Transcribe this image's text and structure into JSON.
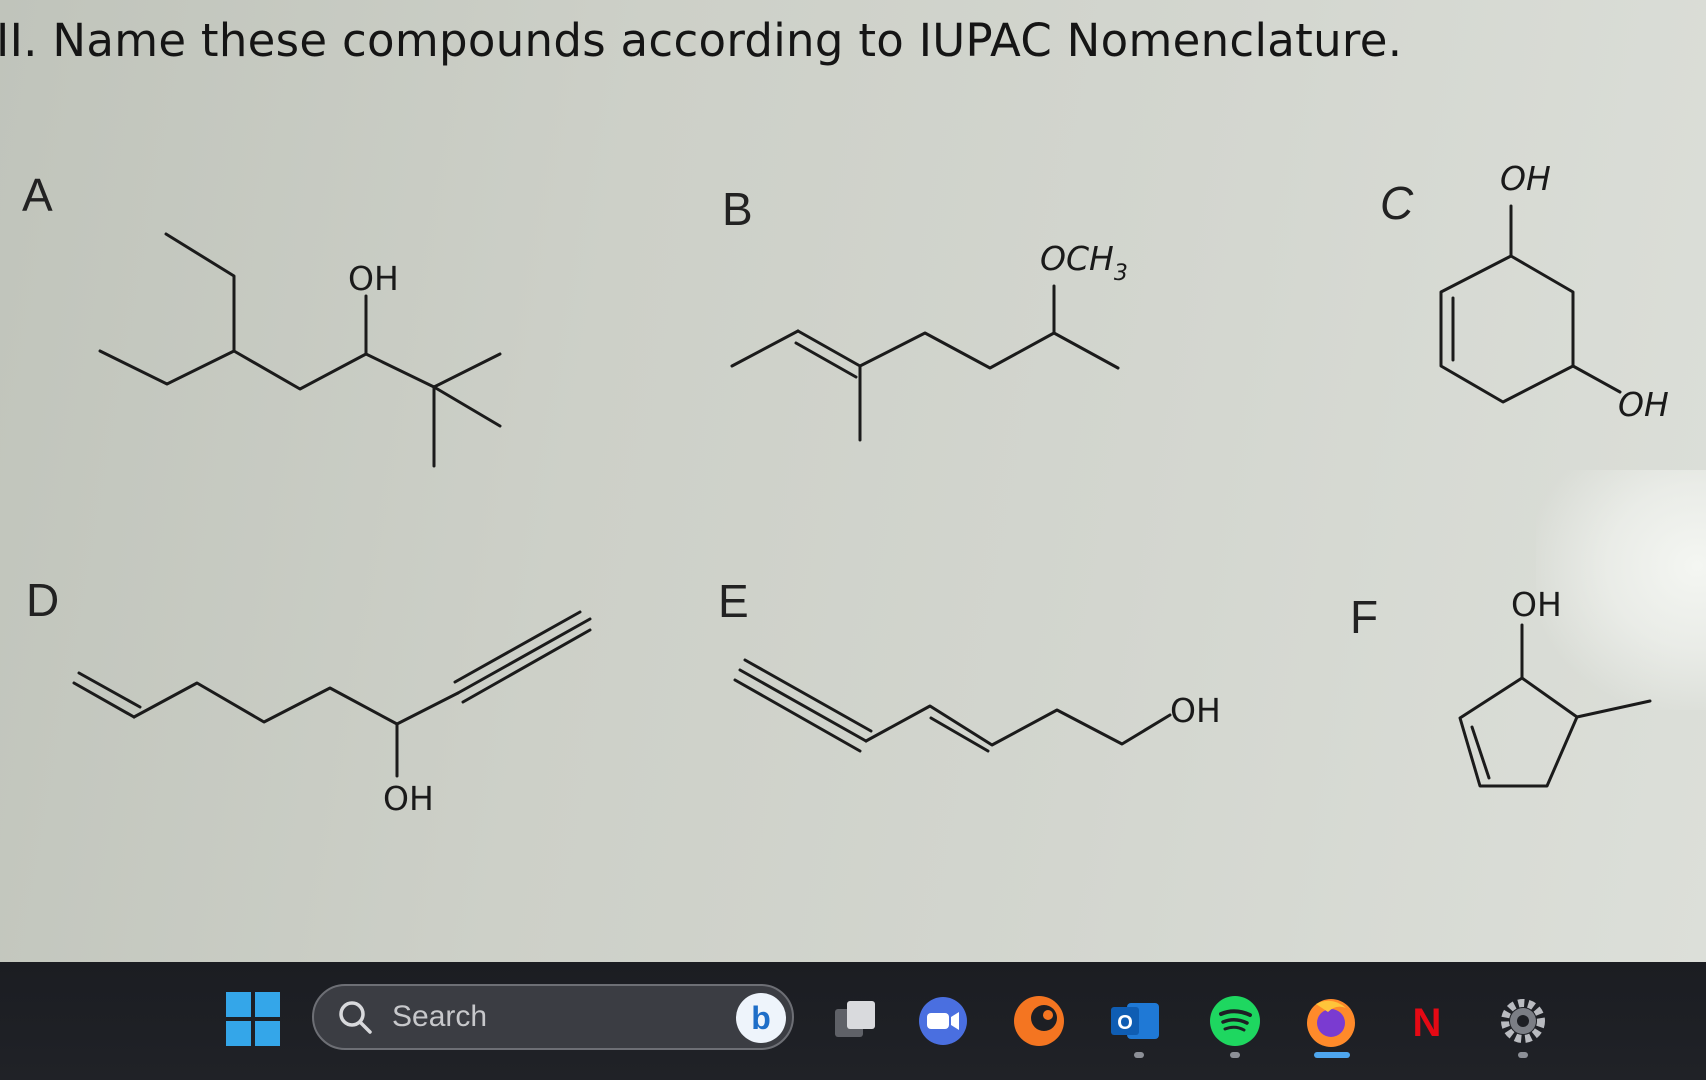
{
  "heading": "II. Name these compounds according to IUPAC Nomenclature.",
  "compounds": {
    "a": {
      "label": "A",
      "groups": {
        "oh": "OH"
      }
    },
    "b": {
      "label": "B",
      "groups": {
        "och3_main": "OCH",
        "och3_sub": "3"
      }
    },
    "c": {
      "label": "C",
      "groups": {
        "oh_top": "OH",
        "oh_bottom": "OH"
      }
    },
    "d": {
      "label": "D",
      "groups": {
        "oh": "OH"
      }
    },
    "e": {
      "label": "E",
      "groups": {
        "oh": "OH"
      }
    },
    "f": {
      "label": "F",
      "groups": {
        "oh": "OH"
      }
    }
  },
  "taskbar": {
    "search_placeholder": "Search",
    "search_badge": "b",
    "icons": [
      "windows-start-icon",
      "search-icon",
      "bing-icon",
      "task-view-icon",
      "zoom-icon",
      "crunchyroll-icon",
      "outlook-icon",
      "spotify-icon",
      "firefox-icon",
      "netflix-icon",
      "settings-icon"
    ],
    "netflix_letter": "N",
    "outlook_letter": "O"
  },
  "colors": {
    "paper": "#cdd0c8",
    "ink": "#1b1b1b",
    "taskbar": "#1d1f24",
    "start_blue": "#34a6e9",
    "spotify_green": "#1ed760",
    "netflix_red": "#e50914",
    "crunchyroll_orange": "#f47521"
  }
}
